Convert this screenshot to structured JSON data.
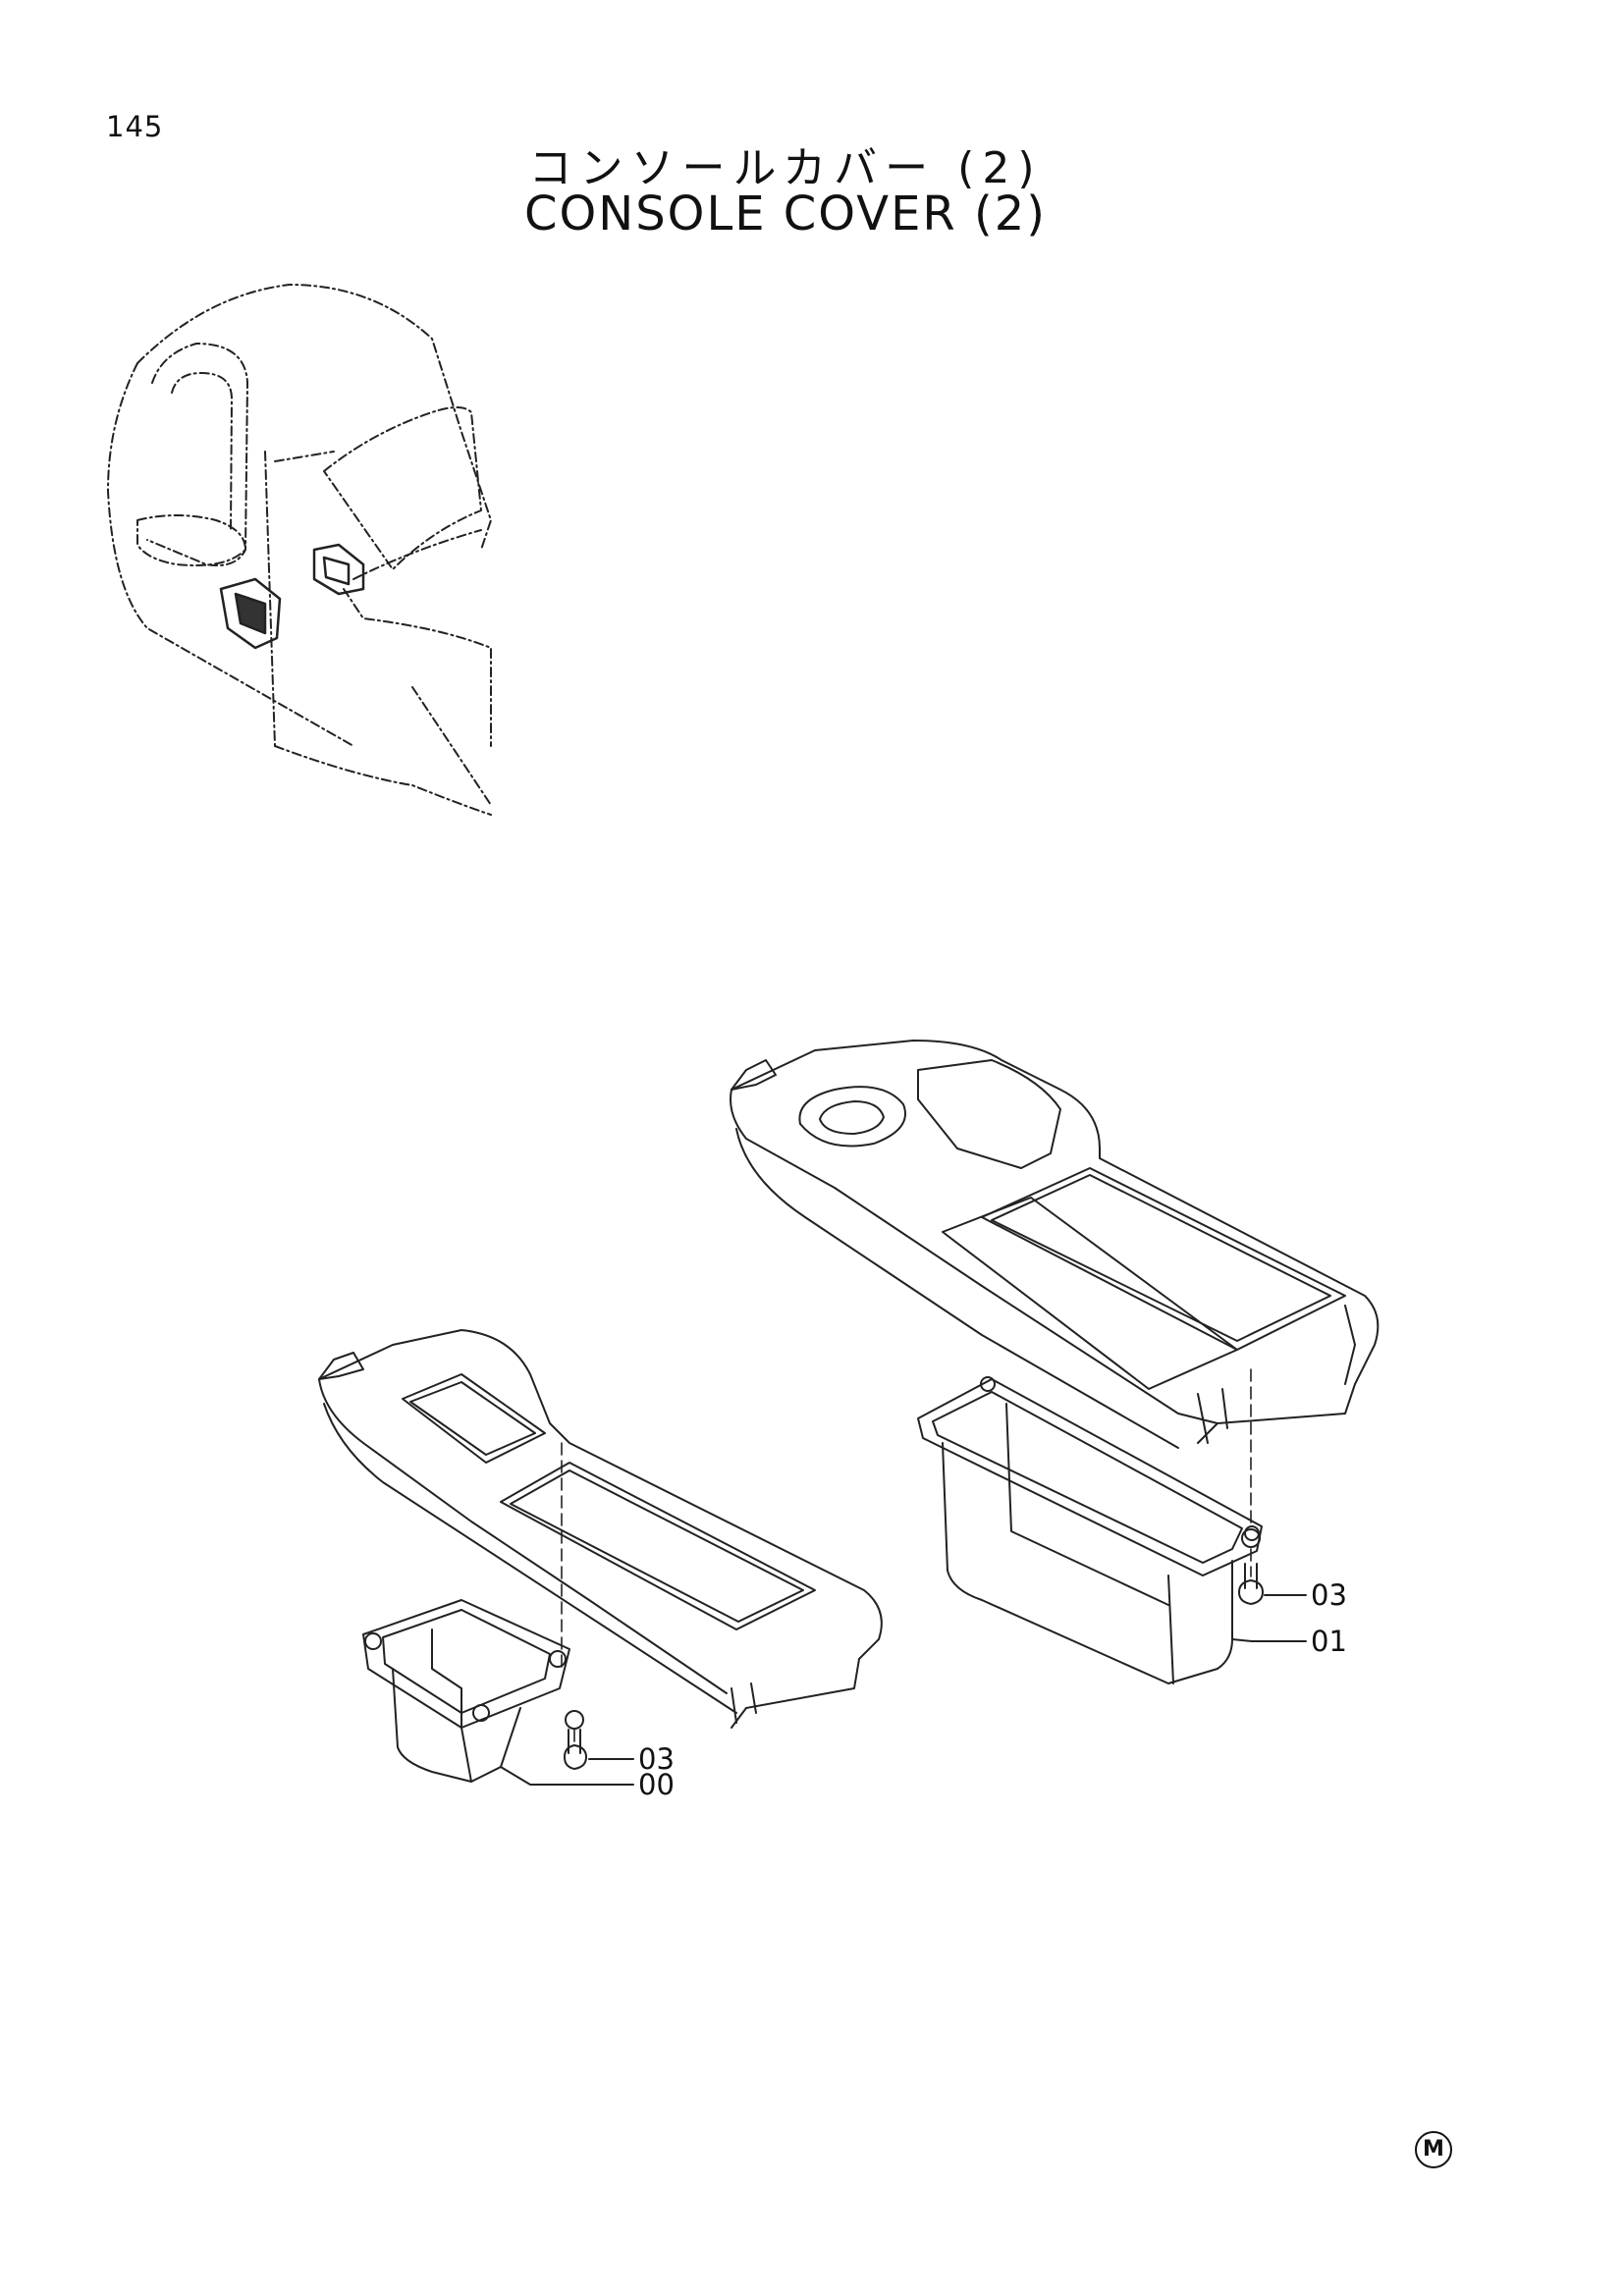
{
  "page": {
    "number": "145"
  },
  "title": {
    "japanese": "コンソールカバー (2)",
    "english": "CONSOLE COVER (2)"
  },
  "callouts": {
    "left_bolt": "03",
    "left_box": "00",
    "right_bolt": "03",
    "right_box": "01"
  },
  "footer": {
    "mark": "M"
  }
}
